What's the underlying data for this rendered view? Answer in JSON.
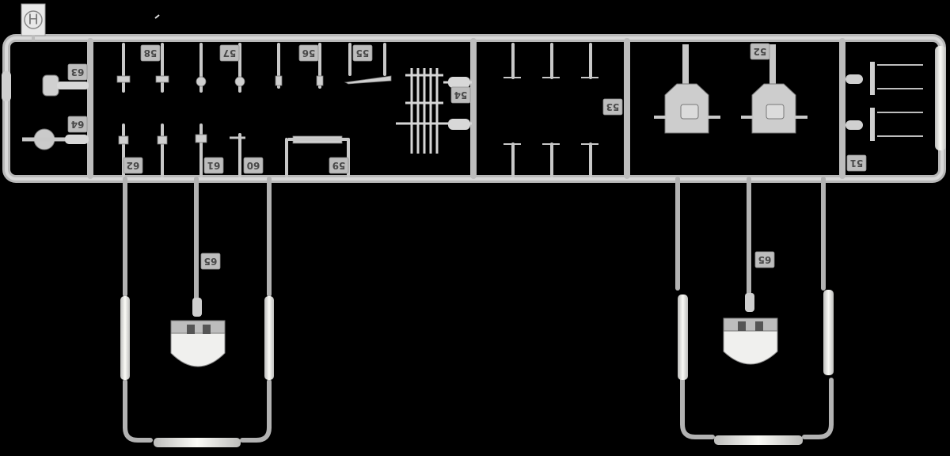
{
  "sprue": {
    "letter": "H",
    "part_numbers": [
      "63",
      "64",
      "58",
      "57",
      "56",
      "55",
      "54",
      "53",
      "52",
      "51",
      "62",
      "61",
      "60",
      "59",
      "65",
      "65"
    ]
  },
  "colors": {
    "background": "#000000",
    "plastic": "#cfcfcf",
    "plastic_shade": "#9a9a9a",
    "plastic_light": "#f2f2f0"
  }
}
